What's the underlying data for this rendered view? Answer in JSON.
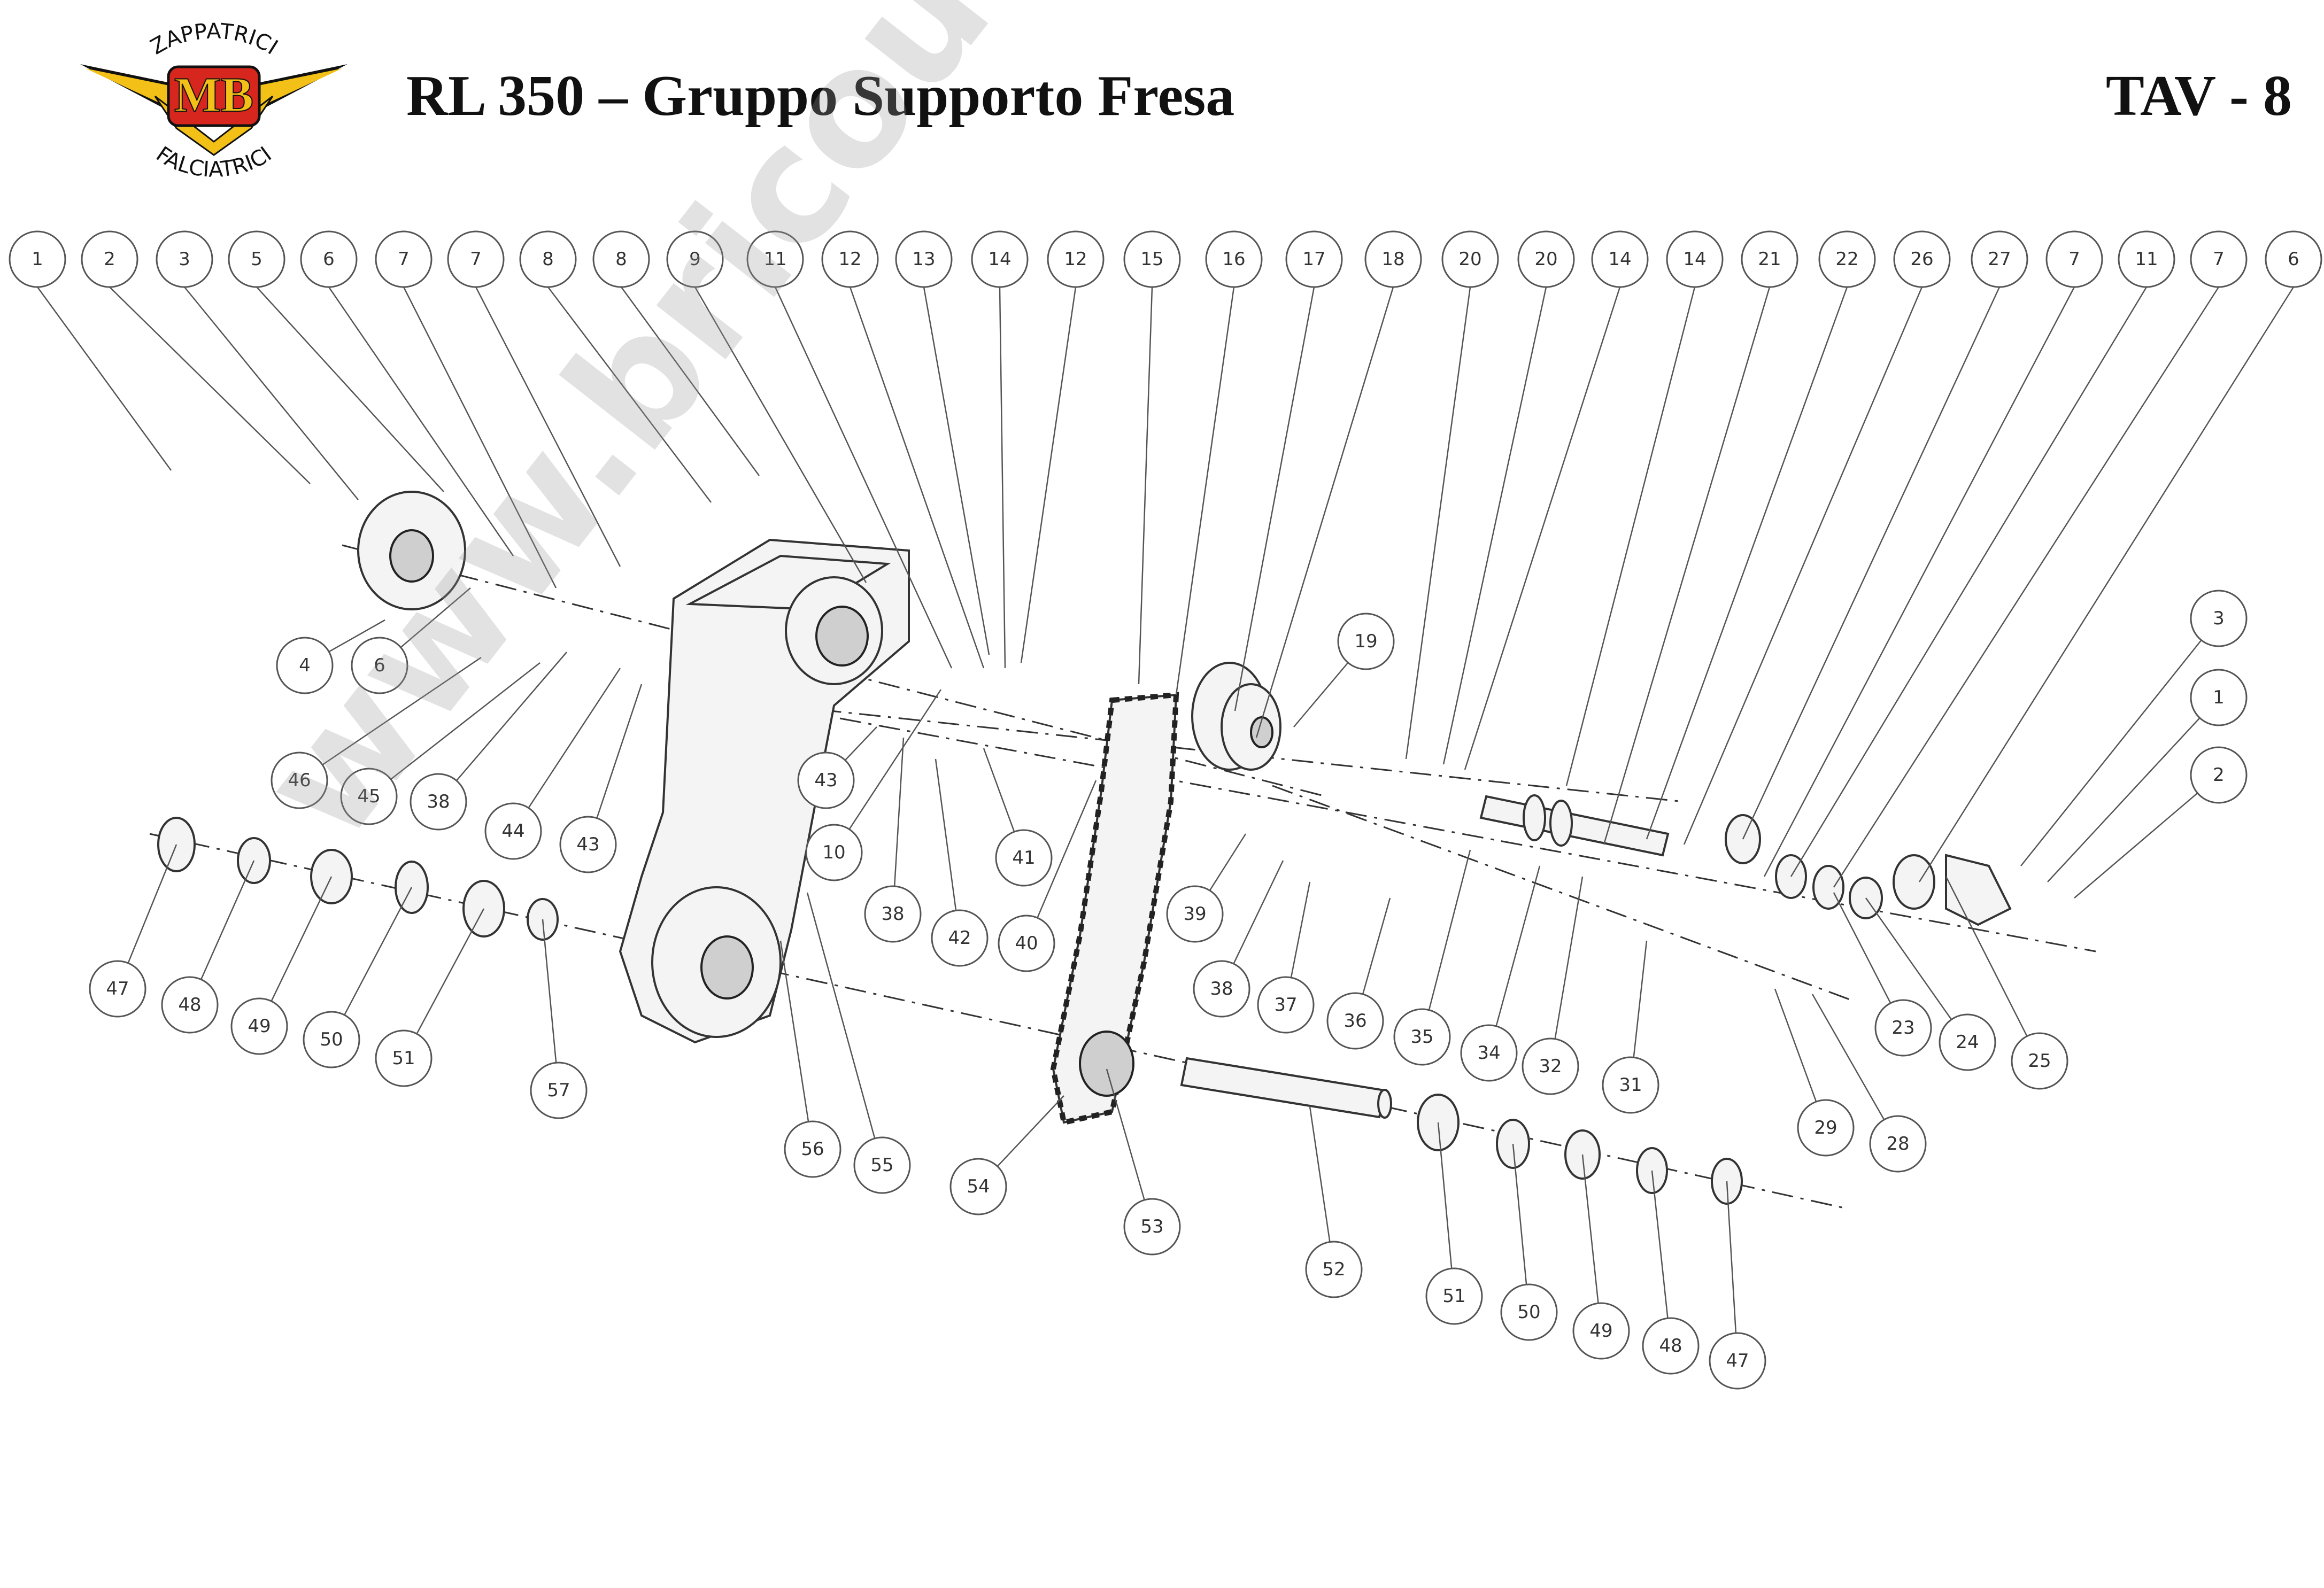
{
  "header": {
    "title": "RL 350 – Gruppo Supporto Fresa",
    "plate": "TAV - 8",
    "logo": {
      "top_text": "ZAPPATRICI",
      "center_text": "MB",
      "bottom_text": "FALCIATRICI",
      "colors": {
        "red": "#d7261e",
        "yellow": "#f3c017",
        "black": "#111111"
      }
    }
  },
  "watermark": "www.bricoutensili.com",
  "top_callouts": [
    "1",
    "2",
    "3",
    "5",
    "6",
    "7",
    "7",
    "8",
    "8",
    "9",
    "11",
    "12",
    "13",
    "14",
    "12",
    "15",
    "16",
    "17",
    "18",
    "20",
    "20",
    "14",
    "14",
    "21",
    "22",
    "26",
    "27",
    "7",
    "11",
    "7",
    "6"
  ],
  "field_callouts": [
    "4",
    "6",
    "46",
    "45",
    "38",
    "44",
    "43",
    "43",
    "10",
    "38",
    "42",
    "41",
    "40",
    "19",
    "39",
    "38",
    "37",
    "36",
    "35",
    "34",
    "32",
    "31",
    "3",
    "1",
    "2",
    "23",
    "24",
    "25",
    "29",
    "28",
    "47",
    "48",
    "49",
    "50",
    "51",
    "57",
    "56",
    "55",
    "54",
    "53",
    "52",
    "51",
    "50",
    "49",
    "48",
    "47"
  ]
}
